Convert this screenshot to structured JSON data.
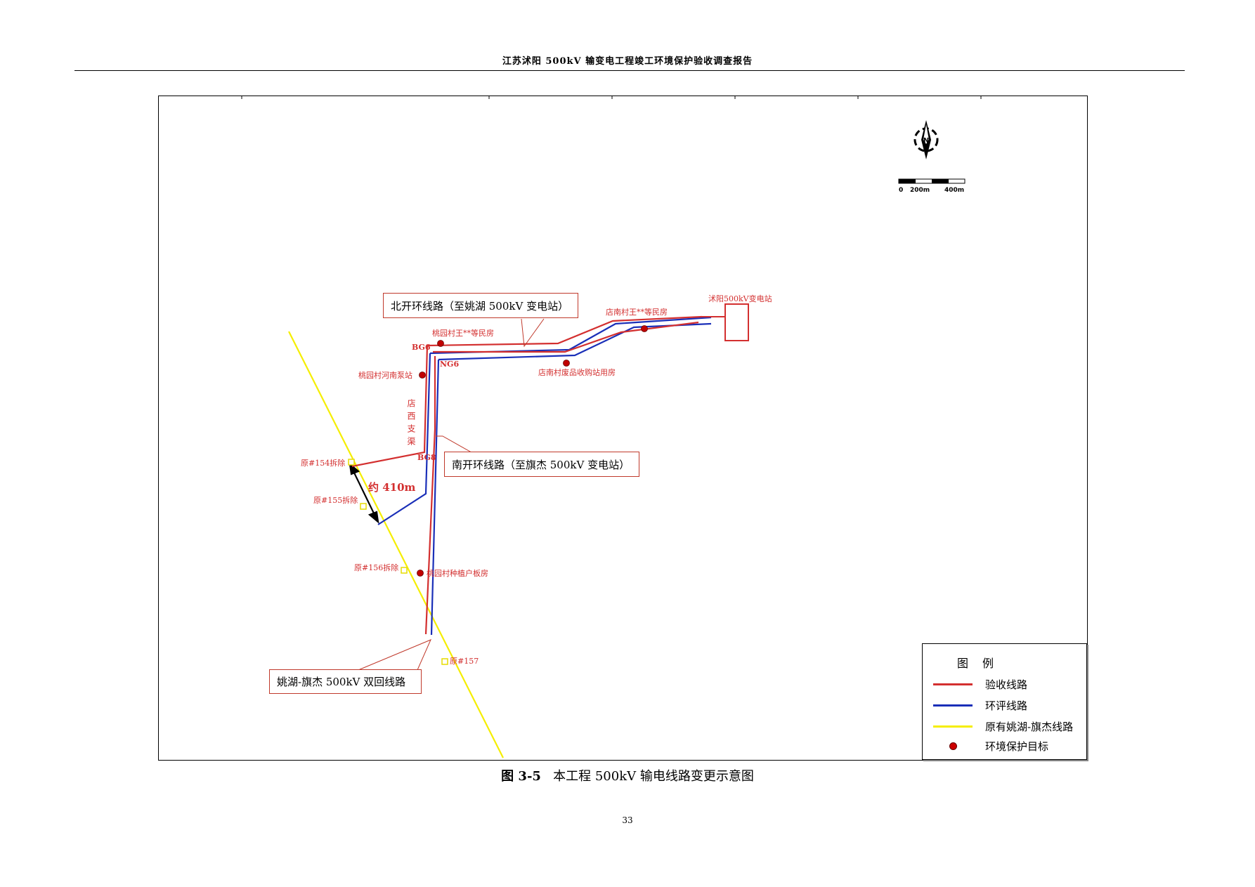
{
  "header": {
    "title": "江苏沭阳 500kV 输变电工程竣工环境保护验收调查报告"
  },
  "map": {
    "callouts": {
      "north": "北开环线路（至姚湖 500kV 变电站）",
      "south": "南开环线路（至旗杰 500kV 变电站）",
      "double": "姚湖-旗杰 500kV 双回线路"
    },
    "labels": {
      "substation": "沭阳500kV变电站",
      "dianwang": "店南村王**等民房",
      "taoyuan_north": "桃园村王**等民房",
      "bg6": "BG6",
      "ng6": "NG6",
      "pump": "桃园村河南泵站",
      "dianxi_canal": "店西支渠",
      "dian_tower": "店南村废品收购站用房",
      "bg8": "BG8",
      "t154": "原#154拆除",
      "t155": "原#155拆除",
      "t156": "原#156拆除",
      "t157": "原#157",
      "distance": "约 410m",
      "taoyuan_south": "桃园村种植户板房"
    },
    "north_arrow": {
      "letter": "N"
    },
    "scale_bar": {
      "ticks": [
        "0",
        "200m",
        "400m"
      ]
    }
  },
  "legend": {
    "title": "图例",
    "items": [
      {
        "label": "验收线路",
        "color": "#d32f2f"
      },
      {
        "label": "环评线路",
        "color": "#1a2fb8"
      },
      {
        "label": "原有姚湖-旗杰线路",
        "color": "#f5ee00"
      },
      {
        "label": "环境保护目标",
        "color": "#c00000"
      }
    ]
  },
  "caption": {
    "prefix": "图 3-5",
    "text": "本工程 500kV 输电线路变更示意图"
  },
  "page_number": "33"
}
